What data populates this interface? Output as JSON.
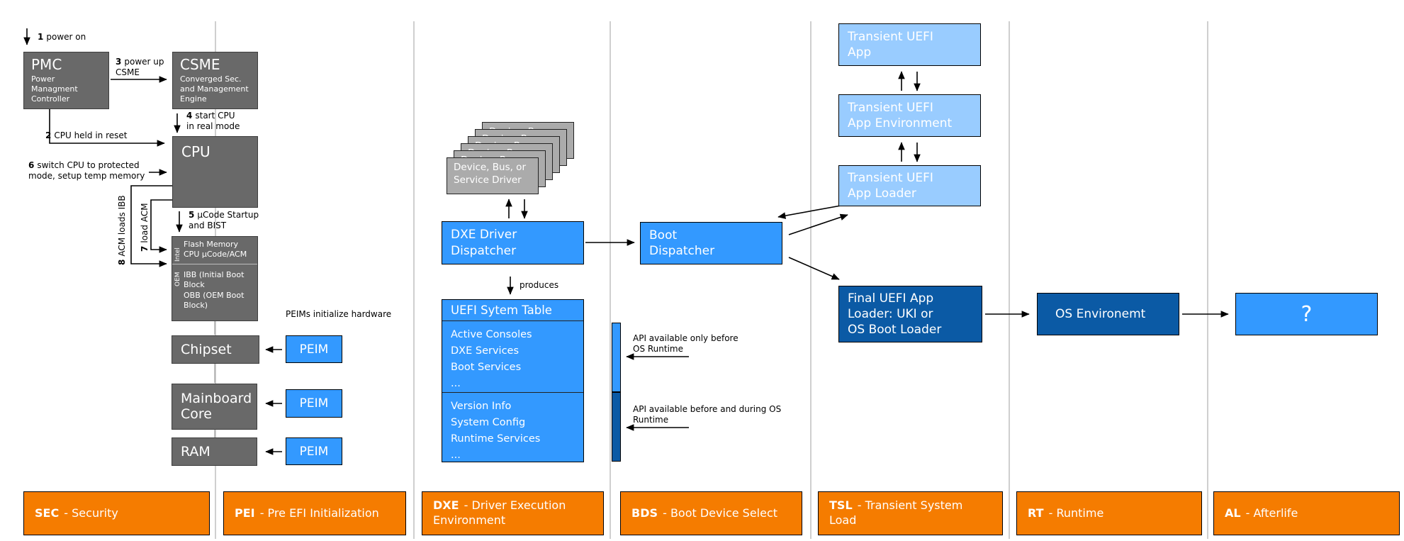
{
  "steps": {
    "s1": {
      "num": "1",
      "text": "power on"
    },
    "s2": {
      "num": "2",
      "text": "CPU held in reset"
    },
    "s3": {
      "num": "3",
      "text": "power up\nCSME"
    },
    "s4": {
      "num": "4",
      "text": "start CPU\nin real mode"
    },
    "s5": {
      "num": "5",
      "text": "µCode Startup\nand BIST"
    },
    "s6": {
      "num": "6",
      "text": "switch CPU to protected\nmode, setup temp memory"
    },
    "s7": {
      "num": "7",
      "text": "load ACM"
    },
    "s8": {
      "num": "8",
      "text": "ACM loads IBB"
    }
  },
  "sec": {
    "pmc": {
      "title": "PMC",
      "subtitle": "Power\nManagment\nController"
    },
    "csme": {
      "title": "CSME",
      "subtitle": "Converged Sec.\nand Management\nEngine"
    },
    "cpu": {
      "title": "CPU"
    },
    "flash": {
      "intel_label": "Intel",
      "intel_text": "Flash Memory\nCPU µCode/ACM",
      "oem_label": "OEM",
      "oem_text": "IBB (Initial Boot\nBlock\nOBB (OEM Boot\nBlock)"
    },
    "chipset": "Chipset",
    "mainboard": "Mainboard\nCore",
    "ram": "RAM",
    "peim_label": "PEIM",
    "peims_note": "PEIMs initialize hardware"
  },
  "dxe": {
    "driver_stack_text": "Device, Bus, or\nService Driver",
    "dispatcher": "DXE Driver\nDispatcher",
    "produces": "produces",
    "system_table": {
      "title": "UEFI Sytem Table",
      "boot_section": "Active Consoles\nDXE Services\nBoot Services\n...",
      "runtime_section": "Version Info\nSystem Config\nRuntime Services\n..."
    }
  },
  "bds": {
    "boot_dispatcher": "Boot\nDispatcher",
    "api_before": "API available only before\nOS Runtime",
    "api_during": "API available before and during OS\nRuntime"
  },
  "tsl": {
    "app": "Transient UEFI\nApp",
    "env": "Transient UEFI\nApp Environment",
    "loader": "Transient UEFI\nApp Loader",
    "final_loader": "Final UEFI App\nLoader: UKI or\nOS Boot Loader"
  },
  "rt": {
    "os_env": "OS Environemt"
  },
  "al": {
    "question": "?"
  },
  "phases": [
    {
      "code": "SEC",
      "name": " - Security"
    },
    {
      "code": "PEI",
      "name": " - Pre EFI Initialization"
    },
    {
      "code": "DXE",
      "name": " - Driver Execution Environment"
    },
    {
      "code": "BDS",
      "name": " - Boot Device Select"
    },
    {
      "code": "TSL",
      "name": " - Transient System Load"
    },
    {
      "code": "RT",
      "name": " - Runtime"
    },
    {
      "code": "AL",
      "name": " - Afterlife"
    }
  ],
  "colors": {
    "blue": "#3399ff",
    "light_blue": "#99ccff",
    "dark_blue": "#0b5aa5",
    "gray": "#696969",
    "stack_gray": "#ababab",
    "orange": "#f57c00"
  }
}
